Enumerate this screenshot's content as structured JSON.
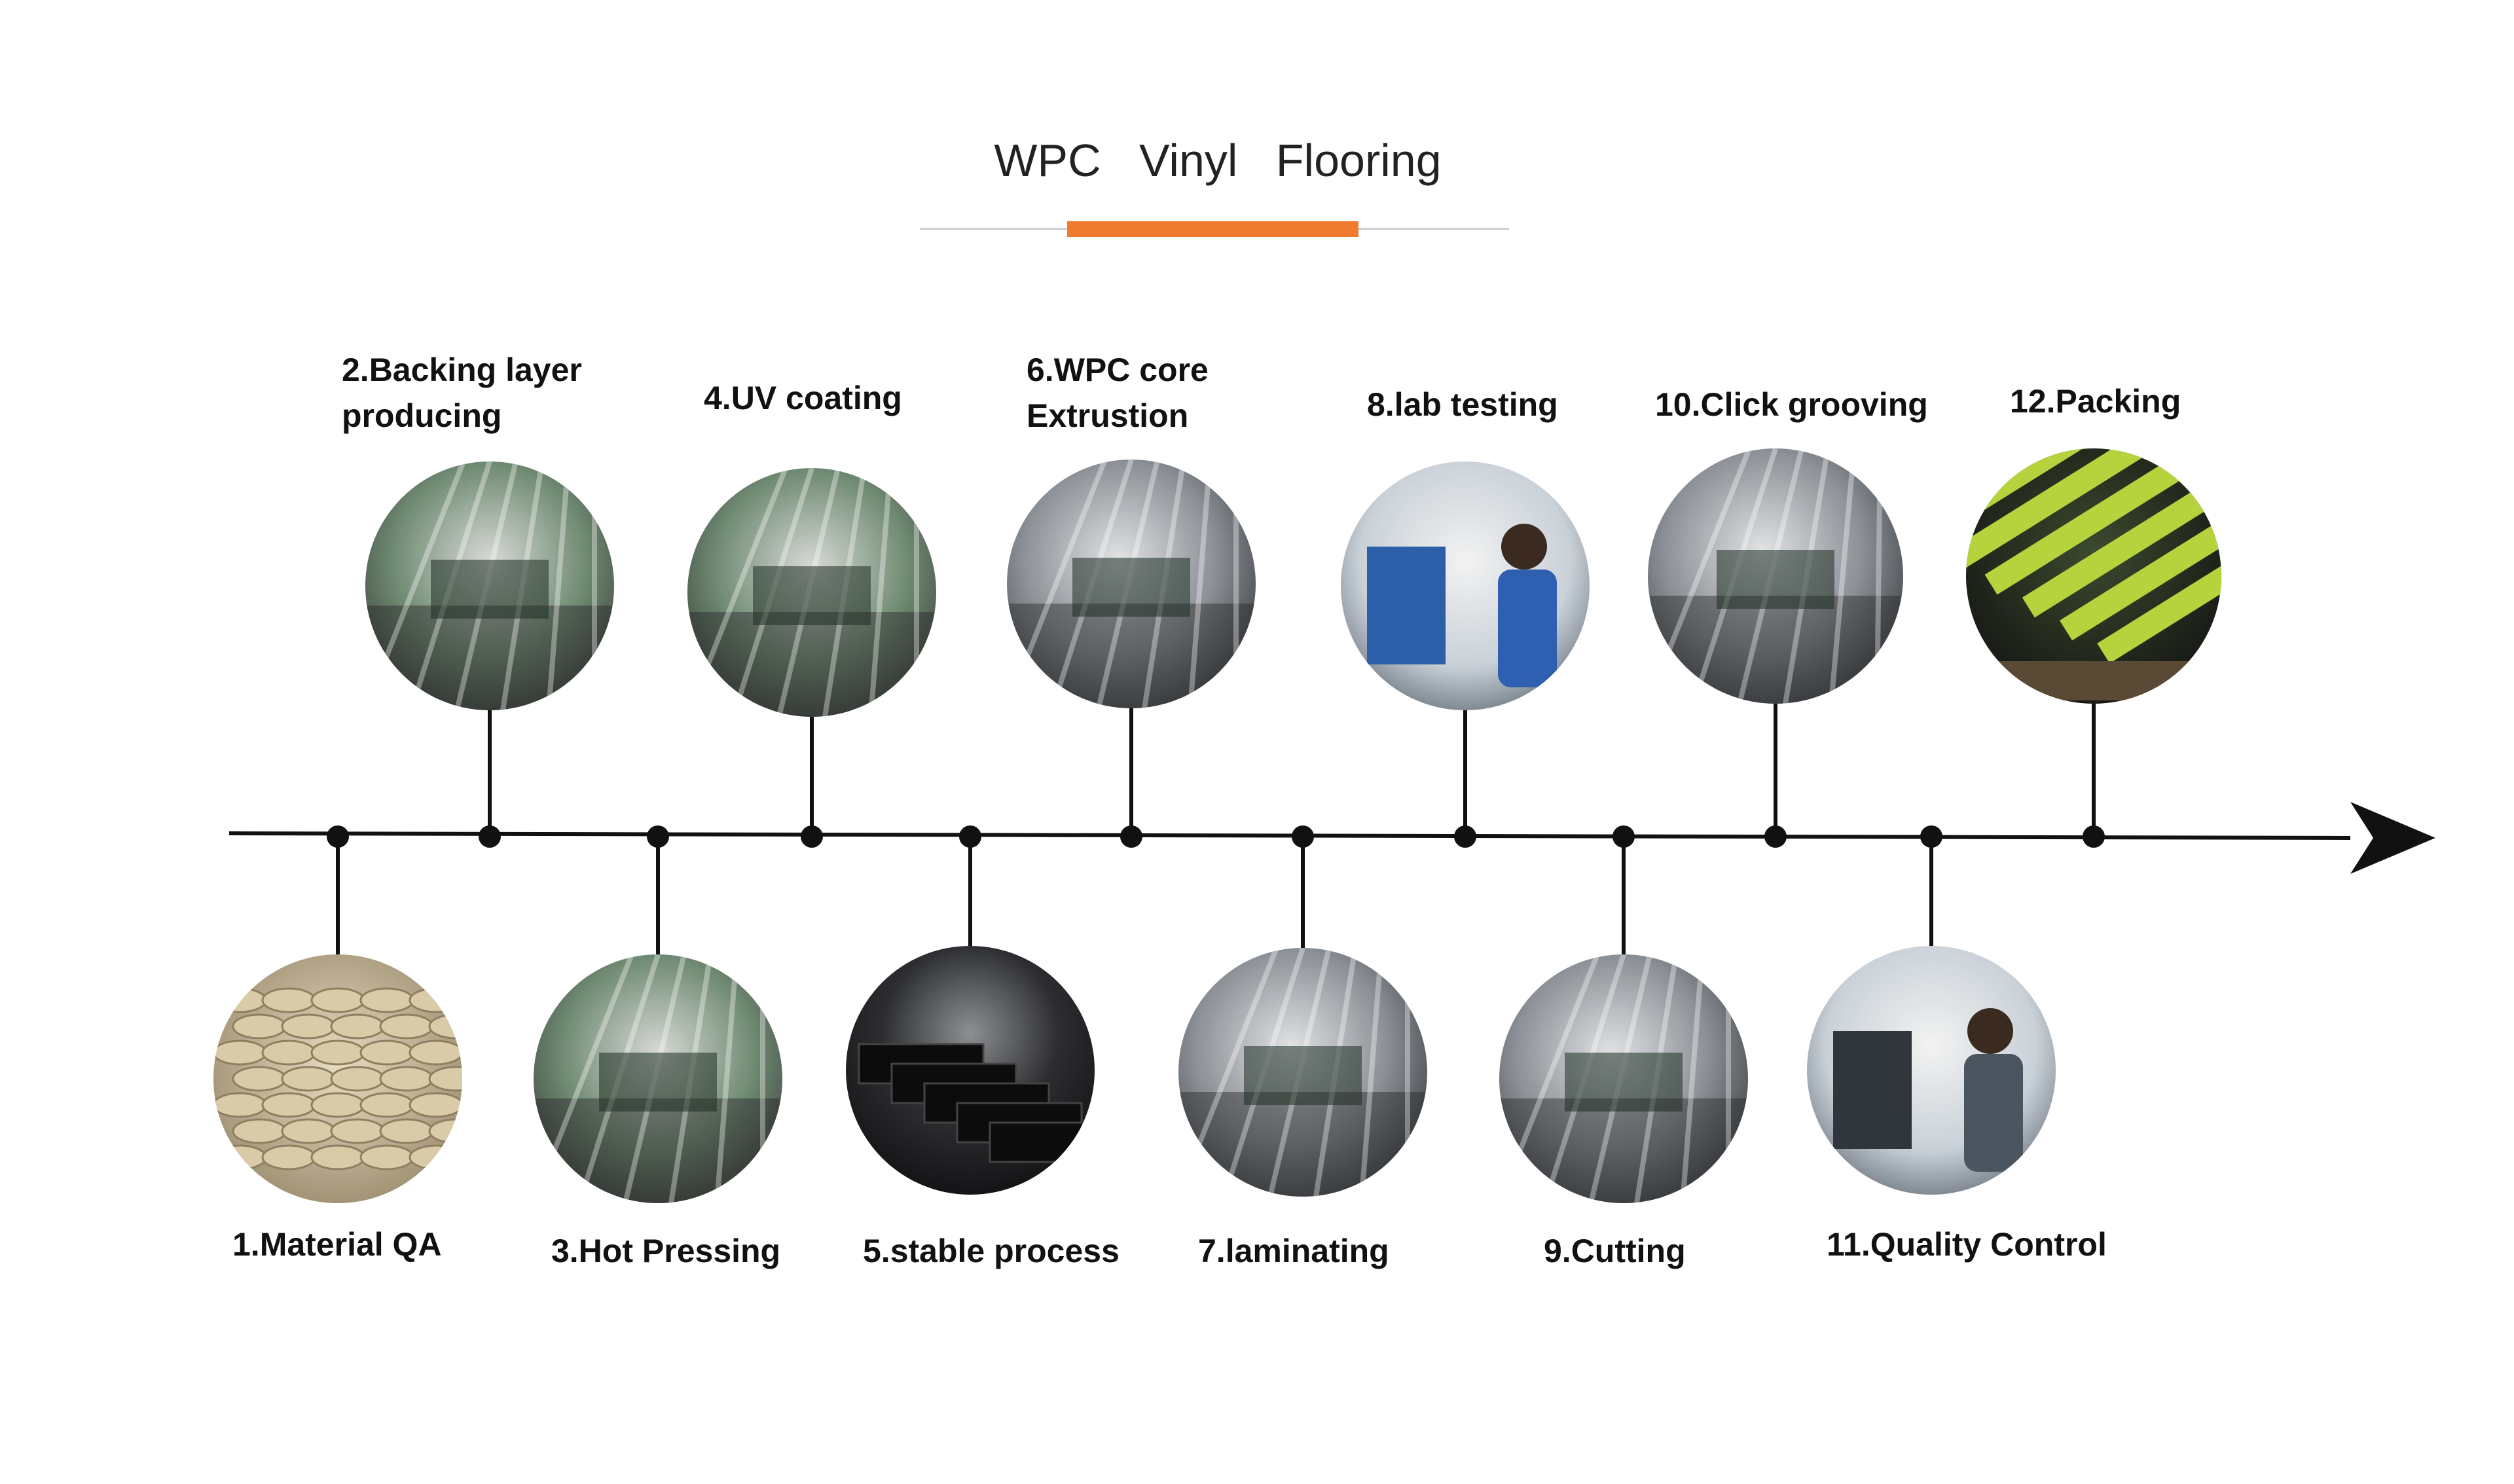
{
  "title": "WPC   Vinyl   Flooring",
  "accent_color": "#ef7b31",
  "steps": [
    {
      "label": [
        "1.Material QA"
      ],
      "photo": "sacks-of-raw-material"
    },
    {
      "label": [
        "2.Backing layer",
        "producing"
      ],
      "photo": "worker-at-backing-layer-line"
    },
    {
      "label": [
        "3.Hot Pressing"
      ],
      "photo": "hot-press-workshop"
    },
    {
      "label": [
        "4.UV coating"
      ],
      "photo": "uv-coating-machine"
    },
    {
      "label": [
        "5.stable process"
      ],
      "photo": "stacked-boards-workshop"
    },
    {
      "label": [
        "6.WPC core",
        "Extrustion"
      ],
      "photo": "extrusion-line"
    },
    {
      "label": [
        "7.laminating"
      ],
      "photo": "laminating-machine"
    },
    {
      "label": [
        "8.lab testing"
      ],
      "photo": "lab-testing-equipment"
    },
    {
      "label": [
        "9.Cutting"
      ],
      "photo": "cutting-machine"
    },
    {
      "label": [
        "10.Click grooving"
      ],
      "photo": "click-grooving-blades"
    },
    {
      "label": [
        "11.Quality Control"
      ],
      "photo": "quality-inspector"
    },
    {
      "label": [
        "12.Packing"
      ],
      "photo": "packed-boxes-on-pallet"
    }
  ]
}
